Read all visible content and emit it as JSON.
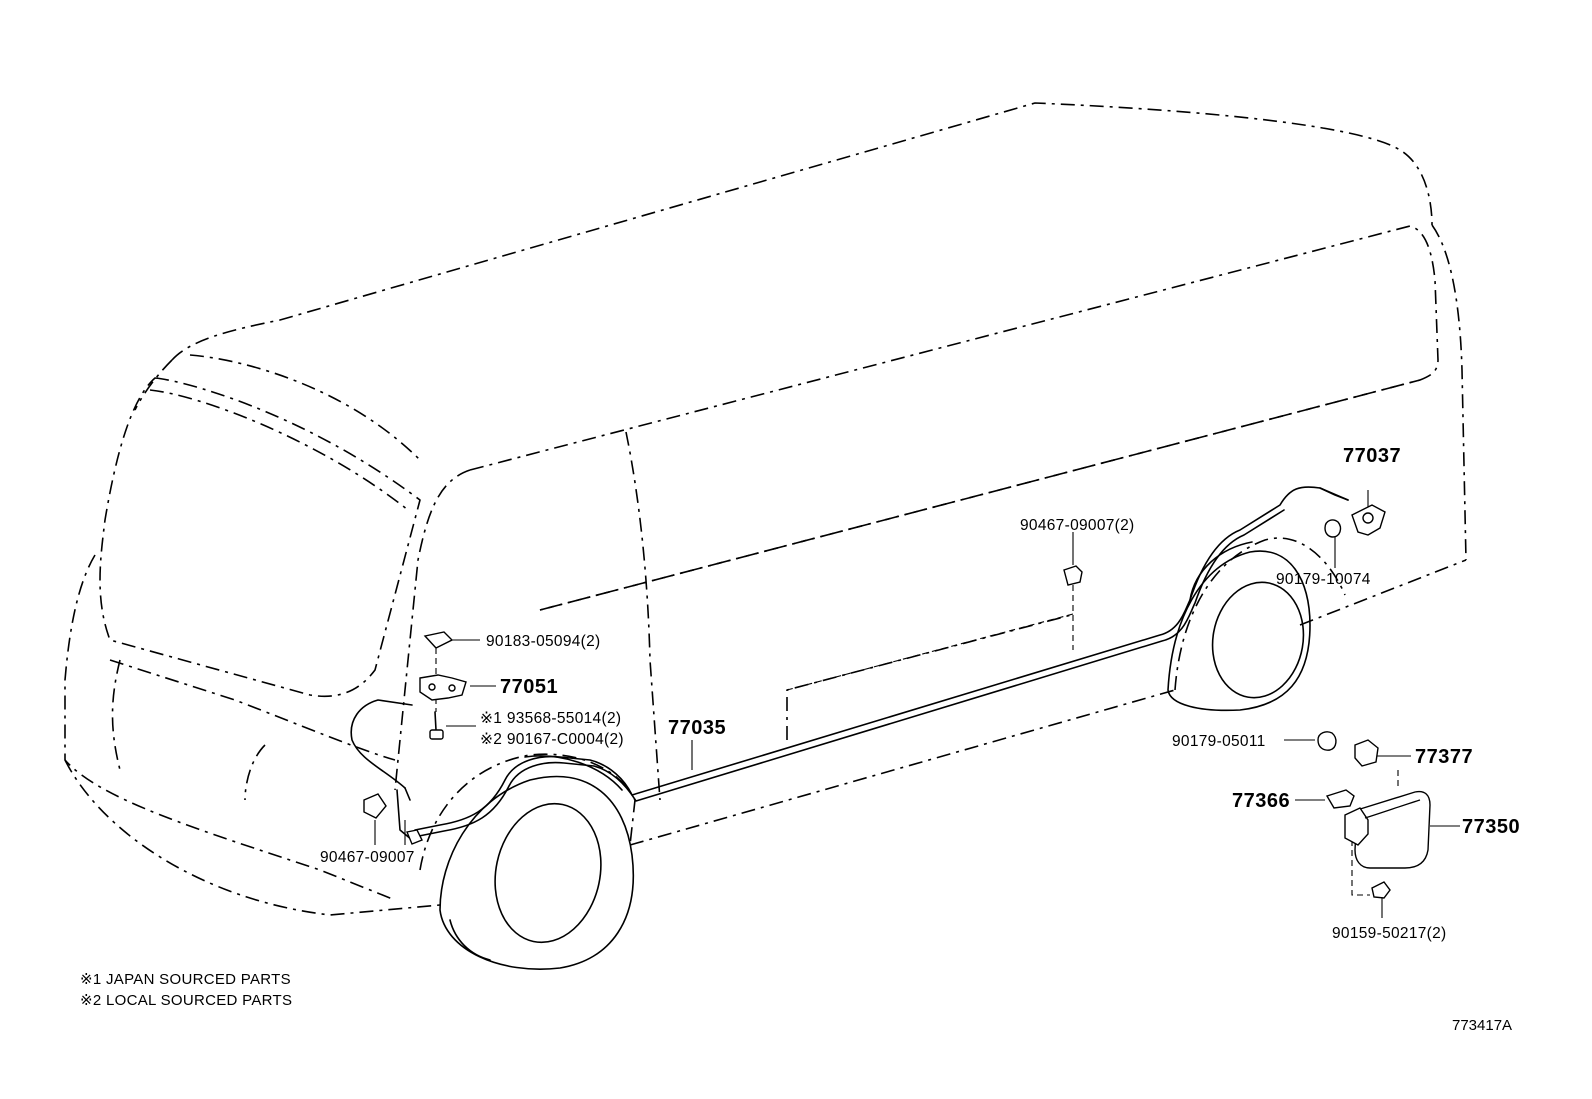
{
  "parts": {
    "p77037": "77037",
    "p90179_10074": "90179-10074",
    "p90467_09007_2": "90467-09007(2)",
    "p90183_05094_2": "90183-05094(2)",
    "p77051": "77051",
    "p93568_55014_2": "※1 93568-55014(2)",
    "p90167_C0004_2": "※2 90167-C0004(2)",
    "p77035": "77035",
    "p90467_09007": "90467-09007",
    "p90179_05011": "90179-05011",
    "p77377": "77377",
    "p77366": "77366",
    "p77350": "77350",
    "p90159_50217_2": "90159-50217(2)"
  },
  "notes": {
    "note1": "※1 JAPAN SOURCED PARTS",
    "note2": "※2 LOCAL SOURCED PARTS"
  },
  "diagram_code": "773417A"
}
